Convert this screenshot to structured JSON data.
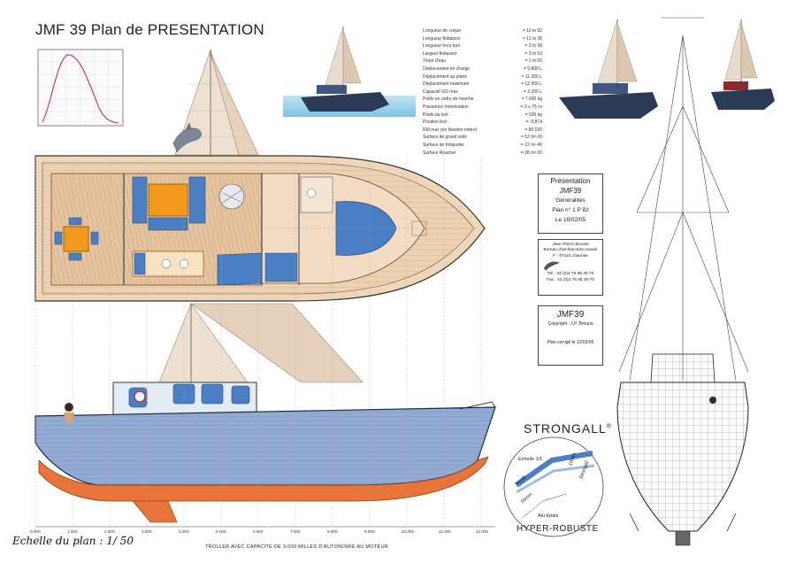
{
  "title": "JMF 39 Plan de PRESENTATION",
  "specs": [
    {
      "label": "Longueur de coque",
      "value": "= 11 m 92"
    },
    {
      "label": "Longueur flottaison",
      "value": "= 11 m 36"
    },
    {
      "label": "Longueur hors tout",
      "value": "= 3 m 99"
    },
    {
      "label": "Largeur flottaison",
      "value": "= 3 m 53"
    },
    {
      "label": "Tirant d'eau",
      "value": "= 1 m 00"
    },
    {
      "label": "Déplacement en charge",
      "value": "= 9.800 L"
    },
    {
      "label": "Déplacement au plans",
      "value": "= 11.300 L"
    },
    {
      "label": "Déplacement maximum",
      "value": "= 12.000 L"
    },
    {
      "label": "Capacité GO max",
      "value": "= 3.200 L"
    },
    {
      "label": "Poids en ordre de marche",
      "value": "= 7.000 kg"
    },
    {
      "label": "Puissance motorisation",
      "value": "= 2 x 75 cv"
    },
    {
      "label": "Poids du lest",
      "value": "= 630 kg"
    },
    {
      "label": "Position lest",
      "value": "= -0.874"
    },
    {
      "label": "RM max (en Newton mètre)",
      "value": "= 80.020"
    },
    {
      "label": "Surface de grand voile",
      "value": "= 12 m² 00"
    },
    {
      "label": "Surface de trinquette",
      "value": "= 12 m² 40"
    },
    {
      "label": "Surface Reacher",
      "value": "= 28 m² 00"
    }
  ],
  "presentation_box": {
    "line1": "Présentation",
    "line2": "JMF39",
    "line3": "Généralités",
    "line4": "Plan n° 1 P 82",
    "line5": "Le 18/02/05"
  },
  "architect_box": {
    "name": "Jean-Pierre Brouns",
    "line2": "Bureau d'architecture navale",
    "line3": "F - 07110 Joannas",
    "tel": "Tél : 33 (0)4 75 88 30 70",
    "fax": "Fax : 33 (0)4 75 88 30 70"
  },
  "copyright_box": {
    "model": "JMF39",
    "copyright": "Copyright : J.P. Brouns",
    "corrected": "Plan corrigé le 12/02/05"
  },
  "strongall": "STRONGALL",
  "strongall_mark": "®",
  "hyper_robuste": "HYPER-ROBUSTE",
  "detail_labels": {
    "scale": "Echelle 1/1",
    "alu": "Alu Epais",
    "bordage": "bordé",
    "thick": "10mm",
    "mm": "18mm",
    "strong": "Strongall"
  },
  "scale_text": "Echelle du plan : 1/ 50",
  "footer_note": "TROLLER AVEC CAPACITE DE 3.000 MILLES D'AUTONOMIE AU MOTEUR",
  "scale_marks": [
    "0.000",
    "1.000",
    "2.000",
    "3.000",
    "4.000",
    "5.000",
    "6.000",
    "7.000",
    "8.000",
    "9.000",
    "10.000",
    "11.000",
    "12.000"
  ],
  "colors": {
    "hull_blue": "#8fa8cf",
    "antifouling": "#e8743a",
    "deck_wood": "#e9c9a8",
    "cushion_blue": "#4a7fc4",
    "table_orange": "#f29a1e",
    "sail": "#e8d4c0",
    "dark_hull": "#2b3a55"
  }
}
